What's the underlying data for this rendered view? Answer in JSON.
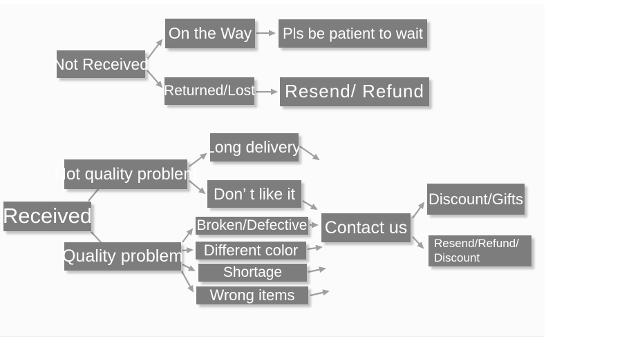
{
  "colors": {
    "page_bg": "#ffffff",
    "panel_bg": "#fbfbfb",
    "box_bg": "#7d7d7d",
    "box_text": "#ffffff",
    "arrow": "#9f9f9f"
  },
  "diagram": {
    "description": "Customer service flowchart for order issues",
    "nodes": {
      "not_received": {
        "label": "Not Received"
      },
      "on_the_way": {
        "label": "On the Way"
      },
      "pls_be_patient": {
        "label": "Pls be patient to wait"
      },
      "returned_lost": {
        "label": "Returned/Lost"
      },
      "resend_refund": {
        "label": "Resend/ Refund"
      },
      "received": {
        "label": "Received"
      },
      "not_quality_problem": {
        "label": "Not quality problem"
      },
      "quality_problem": {
        "label": "Quality problem"
      },
      "long_delivery": {
        "label": "Long delivery"
      },
      "dont_like_it": {
        "label": "Don’ t like it"
      },
      "broken_defective": {
        "label": "Broken/Defective"
      },
      "different_color": {
        "label": "Different color"
      },
      "shortage": {
        "label": "Shortage"
      },
      "wrong_items": {
        "label": "Wrong items"
      },
      "contact_us": {
        "label": "Contact us"
      },
      "discount_gifts": {
        "label": "Discount/Gifts"
      },
      "resend_refund_discount": {
        "label_line1": "Resend/Refund/",
        "label_line2": "Discount"
      }
    },
    "edges": [
      {
        "from": "Not Received",
        "to": "On the Way",
        "arrow": true
      },
      {
        "from": "Not Received",
        "to": "Returned/Lost",
        "arrow": true
      },
      {
        "from": "On the Way",
        "to": "Pls be patient to wait",
        "arrow": true
      },
      {
        "from": "Returned/Lost",
        "to": "Resend/ Refund",
        "arrow": true
      },
      {
        "from": "Received",
        "to": "Not quality problem",
        "arrow": false
      },
      {
        "from": "Received",
        "to": "Quality problem",
        "arrow": false
      },
      {
        "from": "Not quality problem",
        "to": "Long delivery",
        "arrow": true
      },
      {
        "from": "Not quality problem",
        "to": "Don’ t like it",
        "arrow": true
      },
      {
        "from": "Long delivery",
        "to": "Contact us",
        "arrow": true
      },
      {
        "from": "Don’ t like it",
        "to": "Contact us",
        "arrow": true
      },
      {
        "from": "Quality problem",
        "to": "Broken/Defective",
        "arrow": true
      },
      {
        "from": "Quality problem",
        "to": "Different color",
        "arrow": true
      },
      {
        "from": "Quality problem",
        "to": "Shortage",
        "arrow": true
      },
      {
        "from": "Quality problem",
        "to": "Wrong items",
        "arrow": true
      },
      {
        "from": "Broken/Defective",
        "to": "Contact us",
        "arrow": true
      },
      {
        "from": "Different color",
        "to": "Contact us",
        "arrow": true
      },
      {
        "from": "Shortage",
        "to": "Contact us",
        "arrow": true
      },
      {
        "from": "Wrong items",
        "to": "Contact us",
        "arrow": true
      },
      {
        "from": "Contact us",
        "to": "Discount/Gifts",
        "arrow": true
      },
      {
        "from": "Contact us",
        "to": "Resend/Refund/ Discount",
        "arrow": true
      }
    ]
  }
}
